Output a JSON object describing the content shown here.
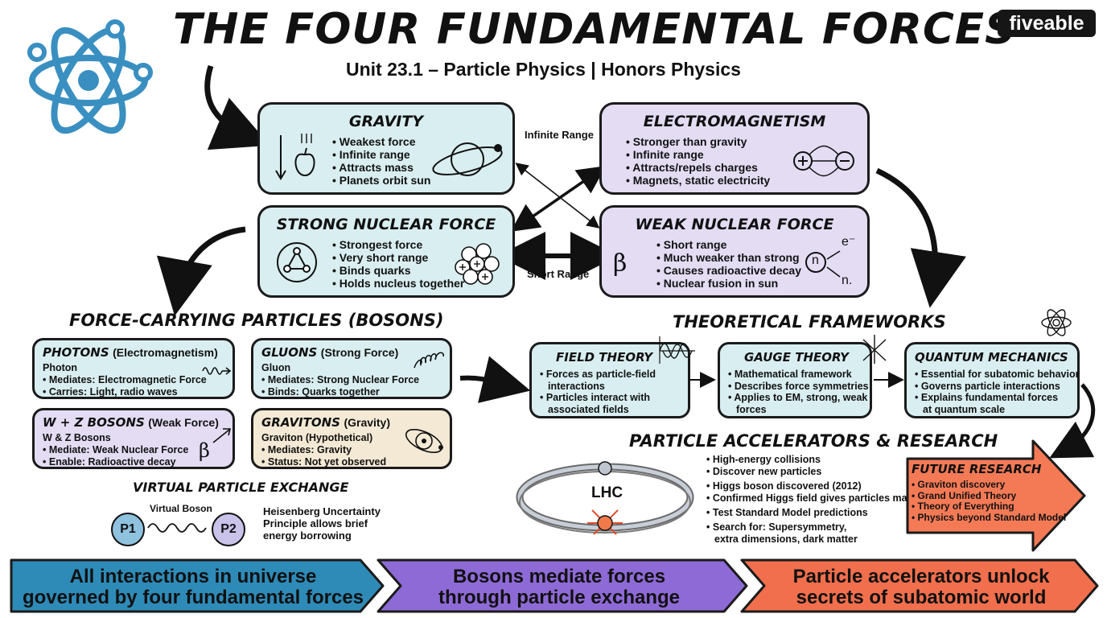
{
  "header": {
    "title": "THE FOUR FUNDAMENTAL FORCES",
    "subtitle": "Unit 23.1 – Particle Physics | Honors Physics",
    "logo": "fiveable"
  },
  "forces": {
    "gravity": {
      "title": "GRAVITY",
      "bullets": [
        "Weakest force",
        "Infinite range",
        "Attracts mass",
        "Planets orbit sun"
      ]
    },
    "electromagnetism": {
      "title": "ELECTROMAGNETISM",
      "bullets": [
        "Stronger than gravity",
        "Infinite range",
        "Attracts/repels charges",
        "Magnets, static electricity"
      ]
    },
    "strong": {
      "title": "STRONG NUCLEAR FORCE",
      "bullets": [
        "Strongest force",
        "Very short range",
        "Binds quarks",
        "Holds nucleus together"
      ]
    },
    "weak": {
      "title": "WEAK NUCLEAR FORCE",
      "bullets": [
        "Short range",
        "Much weaker than strong",
        "Causes radioactive decay",
        "Nuclear fusion in sun"
      ]
    },
    "infinite_range_label": "Infinite Range",
    "short_range_label": "Short Range",
    "beta_symbol": "β",
    "neutron_symbol": "n",
    "electron_symbol": "e⁻",
    "neutrino_symbol": "n."
  },
  "bosons": {
    "heading": "FORCE-CARRYING PARTICLES (BOSONS)",
    "photons": {
      "title": "PHOTONS",
      "paren": "(Electromagnetism)",
      "name": "Photon",
      "bullets": [
        "Mediates: Electromagnetic Force",
        "Carries: Light, radio waves"
      ]
    },
    "gluons": {
      "title": "GLUONS",
      "paren": "(Strong Force)",
      "name": "Gluon",
      "bullets": [
        "Mediates: Strong Nuclear Force",
        "Binds: Quarks together"
      ]
    },
    "wz": {
      "title": "W + Z BOSONS",
      "paren": "(Weak Force)",
      "name": "W & Z Bosons",
      "bullets": [
        "Mediate: Weak Nuclear Force",
        "Enable: Radioactive decay"
      ]
    },
    "gravitons": {
      "title": "GRAVITONS",
      "paren": "(Gravity)",
      "name": "Graviton (Hypothetical)",
      "bullets": [
        "Mediates: Gravity",
        "Status: Not yet observed"
      ]
    }
  },
  "virtual": {
    "heading": "VIRTUAL PARTICLE EXCHANGE",
    "boson_label": "Virtual Boson",
    "p1": "P1",
    "p2": "P2",
    "note_lines": [
      "Heisenberg Uncertainty",
      "Principle allows brief",
      "energy borrowing"
    ]
  },
  "frameworks": {
    "heading": "THEORETICAL FRAMEWORKS",
    "field": {
      "title": "FIELD THEORY",
      "bullets": [
        "Forces as particle-field",
        "interactions",
        "Particles interact with",
        "associated fields"
      ]
    },
    "gauge": {
      "title": "GAUGE THEORY",
      "bullets": [
        "Mathematical framework",
        "Describes force symmetries",
        "Applies to EM, strong, weak",
        "forces"
      ]
    },
    "quantum": {
      "title": "QUANTUM MECHANICS",
      "bullets": [
        "Essential for subatomic behavior",
        "Governs particle interactions",
        "Explains fundamental forces",
        "at quantum scale"
      ]
    }
  },
  "accelerators": {
    "heading": "PARTICLE ACCELERATORS & RESEARCH",
    "lhc": "LHC",
    "bullets": [
      "High-energy collisions",
      "Discover new particles",
      "Higgs boson discovered (2012)",
      "Confirmed Higgs field gives particles mass",
      "Test Standard Model predictions",
      "Search for: Supersymmetry,",
      "extra dimensions, dark matter"
    ]
  },
  "future": {
    "title": "FUTURE RESEARCH",
    "bullets": [
      "Graviton discovery",
      "Grand Unified Theory",
      "Theory of Everything",
      "Physics beyond Standard Model"
    ]
  },
  "banners": [
    {
      "line1": "All interactions in universe",
      "line2": "governed by four fundamental forces",
      "color": "#2e8bb8"
    },
    {
      "line1": "Bosons mediate forces",
      "line2": "through particle exchange",
      "color": "#8e6ad6"
    },
    {
      "line1": "Particle accelerators unlock",
      "line2": "secrets of subatomic world",
      "color": "#f26f4d"
    }
  ],
  "colors": {
    "cyan_box": "#d9eef1",
    "lavender_box": "#e3dcf3",
    "cream_box": "#f3e9d4",
    "future_orange": "#f47a56",
    "atom_blue": "#3a8fc1"
  }
}
